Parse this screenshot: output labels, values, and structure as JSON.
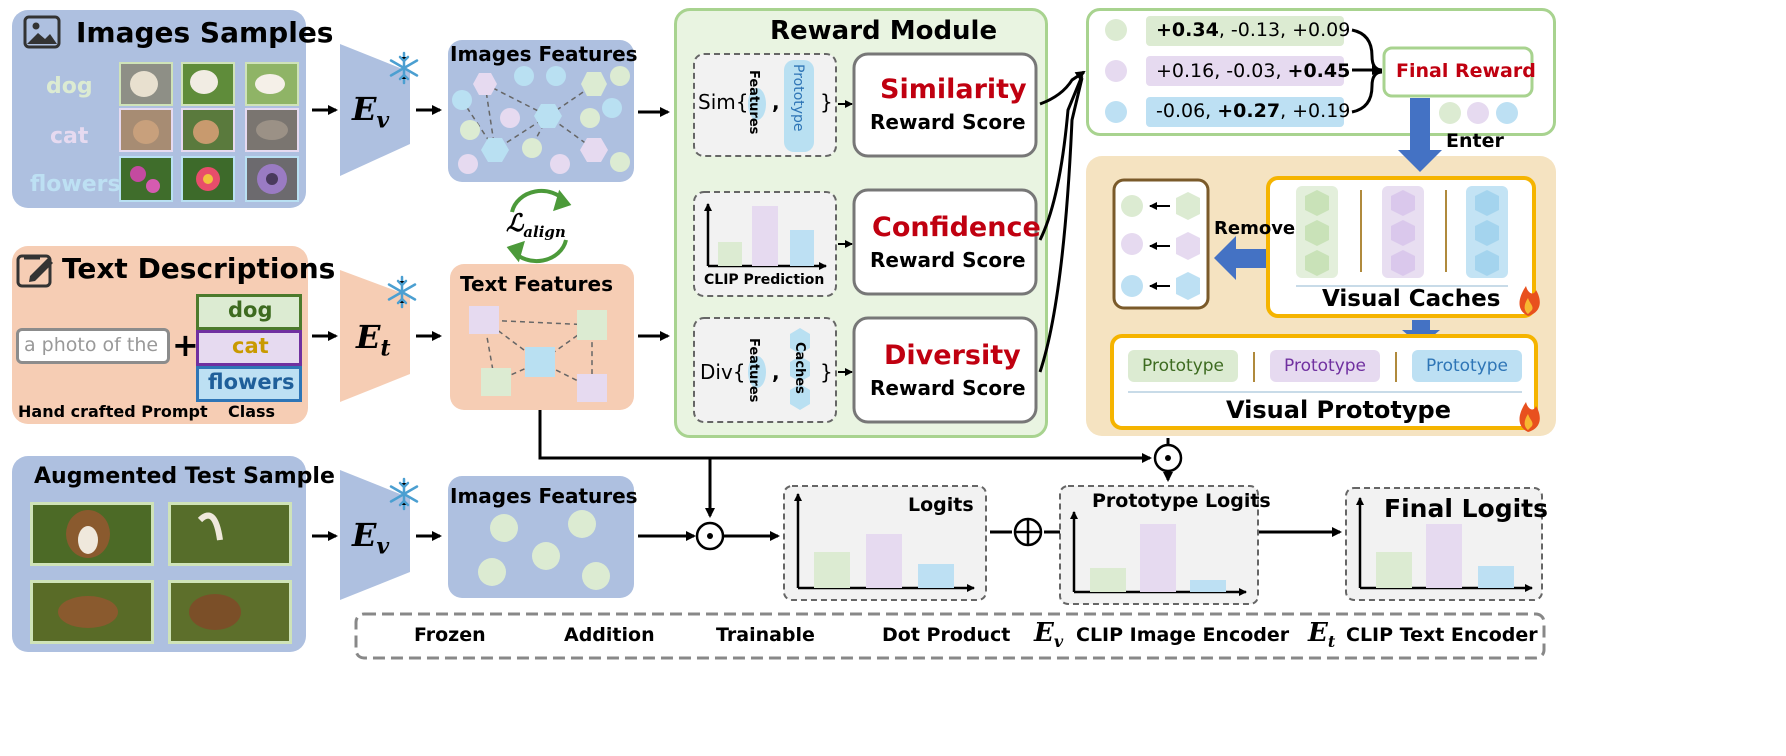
{
  "images_samples": {
    "title": "Images Samples",
    "classes": [
      "dog",
      "cat",
      "flowers"
    ]
  },
  "text_descriptions": {
    "title": "Text Descriptions",
    "prompt": "a photo of the",
    "plus": "+",
    "classes": [
      "dog",
      "cat",
      "flowers"
    ],
    "caption_prompt": "Hand crafted Prompt",
    "caption_class": "Class"
  },
  "augmented": {
    "title": "Augmented Test Sample"
  },
  "encoders": {
    "ev_main": "E",
    "ev_sub": "v",
    "et_main": "E",
    "et_sub": "t"
  },
  "features": {
    "images_title": "Images Features",
    "text_title": "Text Features",
    "images_title_2": "Images Features",
    "align_main": "ℒ",
    "align_sub": "align"
  },
  "reward_module": {
    "title": "Reward Module",
    "sim_prefix": "Sim{",
    "div_prefix": "Div{",
    "features_label": "Features",
    "prototype_label": "Prototype",
    "caches_label": "Caches",
    "comma": ",",
    "brace_close": "}",
    "clip_prediction": "CLIP Prediction",
    "scores": [
      {
        "name": "Similarity",
        "sub": "Reward Score"
      },
      {
        "name": "Confidence",
        "sub": "Reward Score"
      },
      {
        "name": "Diversity",
        "sub": "Reward Score"
      }
    ]
  },
  "rewards": {
    "rows": [
      {
        "bold1": "+0.34",
        "rest": ", -0.13, +0.09",
        "pre": "",
        "bold2": "",
        "color": "#d8ecd0"
      },
      {
        "pre": "+0.16, -0.03, ",
        "bold2": "+0.45",
        "bold1": "",
        "rest": "",
        "color": "#e6d8f0"
      },
      {
        "pre": "-0.06, ",
        "bold2": "+0.27",
        "rest": ", +0.19",
        "bold1": "",
        "color": "#b9e0f2"
      }
    ],
    "final_reward": "Final Reward",
    "enter": "Enter"
  },
  "caches": {
    "remove": "Remove",
    "visual_caches": "Visual Caches",
    "prototype_label": "Prototype",
    "visual_prototype": "Visual Prototype"
  },
  "logits": {
    "logits": "Logits",
    "prototype_logits": "Prototype Logits",
    "final_logits": "Final Logits"
  },
  "legend": {
    "frozen": "Frozen",
    "addition": "Addition",
    "trainable": "Trainable",
    "dot_product": "Dot Product",
    "clip_image": "CLIP Image Encoder",
    "clip_text": "CLIP Text Encoder"
  },
  "colors": {
    "green": "#dcebd2",
    "purple": "#e6daf0",
    "blue": "#bde0f3",
    "panel_blue": "#aec0e0",
    "panel_peach": "#f6cdb4",
    "reward_green": "#e9f4e1",
    "cache_tan": "#f5e3c1",
    "red_text": "#c00010"
  }
}
